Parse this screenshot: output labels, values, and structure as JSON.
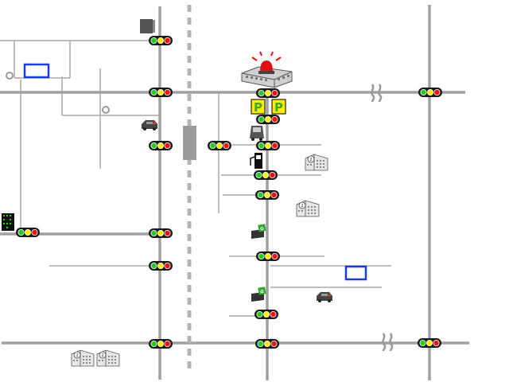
{
  "map": {
    "colors": {
      "background": "#ffffff",
      "main_road": "#a0a0a0",
      "side_road": "#a8a8a8",
      "rail": "#b4b4b4",
      "signal_housing": "#1a1a1a",
      "signal_green": "#22cc22",
      "signal_yellow": "#ffee00",
      "signal_red": "#ee1111",
      "parking_bg": "#ffee00",
      "parking_letter": "#33aa33",
      "zone_outline": "#1a3fd6",
      "building": "#dddddd",
      "alarm": "#dd1111"
    },
    "signals": [
      {
        "id": "s1"
      },
      {
        "id": "s2"
      },
      {
        "id": "s3"
      },
      {
        "id": "s4"
      },
      {
        "id": "s5"
      },
      {
        "id": "s6"
      },
      {
        "id": "s7"
      },
      {
        "id": "s8"
      },
      {
        "id": "s9"
      },
      {
        "id": "s10"
      },
      {
        "id": "s11"
      },
      {
        "id": "s12"
      },
      {
        "id": "s13"
      },
      {
        "id": "s14"
      },
      {
        "id": "s15"
      },
      {
        "id": "s16"
      },
      {
        "id": "s17"
      },
      {
        "id": "s18"
      }
    ],
    "parking": [
      {
        "label": "P",
        "icon": "parking-icon"
      },
      {
        "label": "P",
        "icon": "parking-icon"
      }
    ],
    "icons": {
      "alarm_station": "alarm-station-icon",
      "office_building": "office-building-icon",
      "car": "car-icon",
      "bus": "bus-icon",
      "fuel": "fuel-pump-icon",
      "recycle_bin": "recycle-bin-icon",
      "kiosk": "kiosk-icon",
      "tall_building": "tall-building-icon",
      "bend": "road-bend-icon",
      "node": "node-marker-icon"
    }
  }
}
